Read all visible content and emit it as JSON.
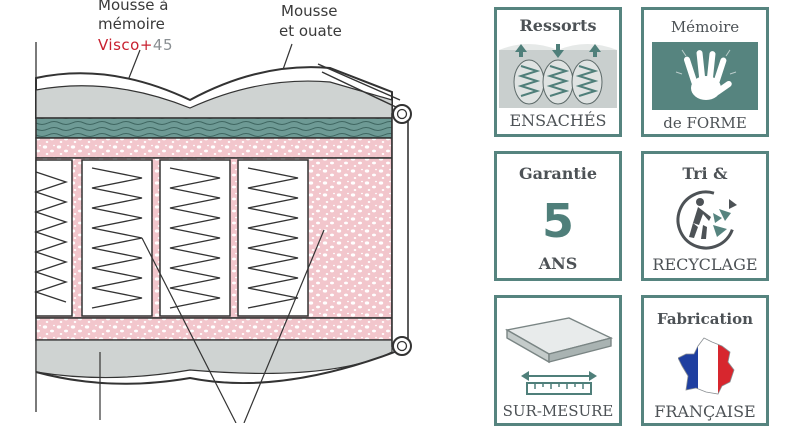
{
  "labels": {
    "memory_foam_line1": "Mousse à",
    "memory_foam_line2": "mémoire",
    "brand_part1": "Visco+",
    "brand_part2": "45",
    "foam_wadding_line1": "Mousse",
    "foam_wadding_line2": "et ouate"
  },
  "badges": {
    "springs": {
      "top": "Ressorts",
      "bottom": "ENSACHÉS"
    },
    "memory": {
      "top": "Mémoire",
      "bottom": "de FORME"
    },
    "warranty": {
      "top": "Garantie",
      "number": "5",
      "bottom": "ANS"
    },
    "recycling": {
      "top": "Tri &",
      "bottom": "RECYCLAGE"
    },
    "custom": {
      "bottom": "SUR-MESURE"
    },
    "french": {
      "top": "Fabrication",
      "bottom": "FRANÇAISE"
    }
  },
  "colors": {
    "badge_teal": "#56847f",
    "mattress_pink": "#f2c6cc",
    "memory_layer": "#6e9a95",
    "flag_blue": "#1f3fa0",
    "flag_red": "#d7262e"
  },
  "icons": [
    "hand-icon",
    "springs-icon",
    "recycle-icon",
    "mattress-icon",
    "ruler-icon",
    "france-flag-map-icon"
  ]
}
